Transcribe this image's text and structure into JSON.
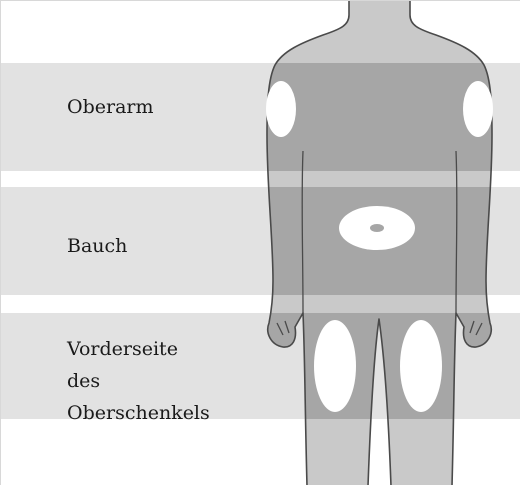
{
  "regions": [
    {
      "id": "upper-arm",
      "label": "Oberarm"
    },
    {
      "id": "abdomen",
      "label": "Bauch"
    },
    {
      "id": "thigh",
      "label_lines": [
        "Vorderseite",
        "des",
        "Oberschenkels"
      ]
    }
  ],
  "colors": {
    "band": "#e2e2e2",
    "body": "#c9c9c9",
    "body_in_band": "#a6a6a6",
    "outline": "#4a4a4a",
    "injection_site": "#ffffff"
  }
}
